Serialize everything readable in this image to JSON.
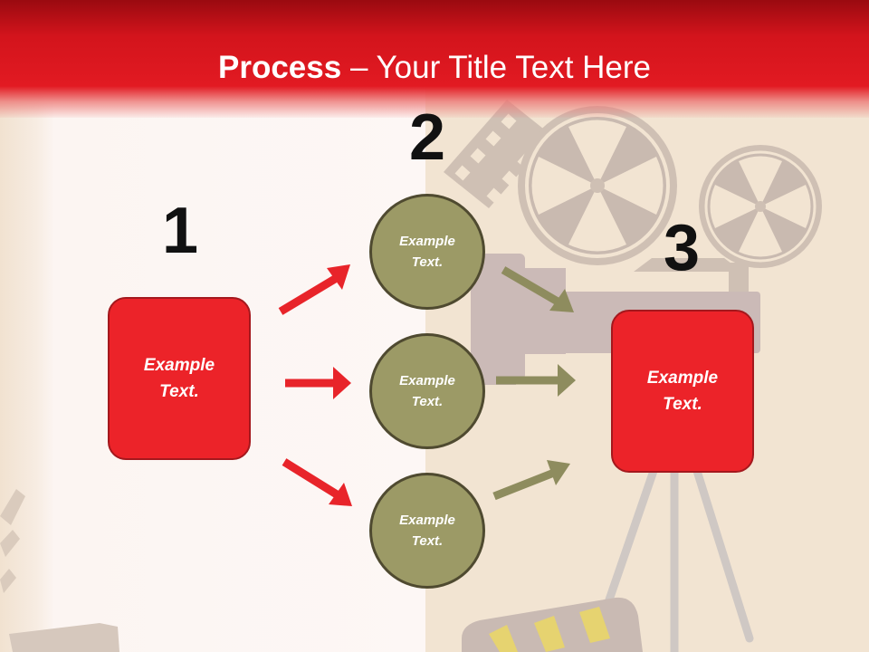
{
  "title": {
    "bold": "Process",
    "rest": " – Your Title Text Here"
  },
  "steps": {
    "one": "1",
    "two": "2",
    "three": "3"
  },
  "nodes": {
    "left": "Example Text.",
    "top": "Example Text.",
    "middle": "Example Text.",
    "bottom": "Example Text.",
    "right": "Example Text."
  },
  "colors": {
    "header_red": "#e21a22",
    "box_red": "#ec2329",
    "box_border": "#a4181d",
    "circle_fill": "#9c9a66",
    "circle_border": "#4f4a30",
    "arrow_red": "#e8242a",
    "arrow_olive": "#8e8c5e"
  }
}
